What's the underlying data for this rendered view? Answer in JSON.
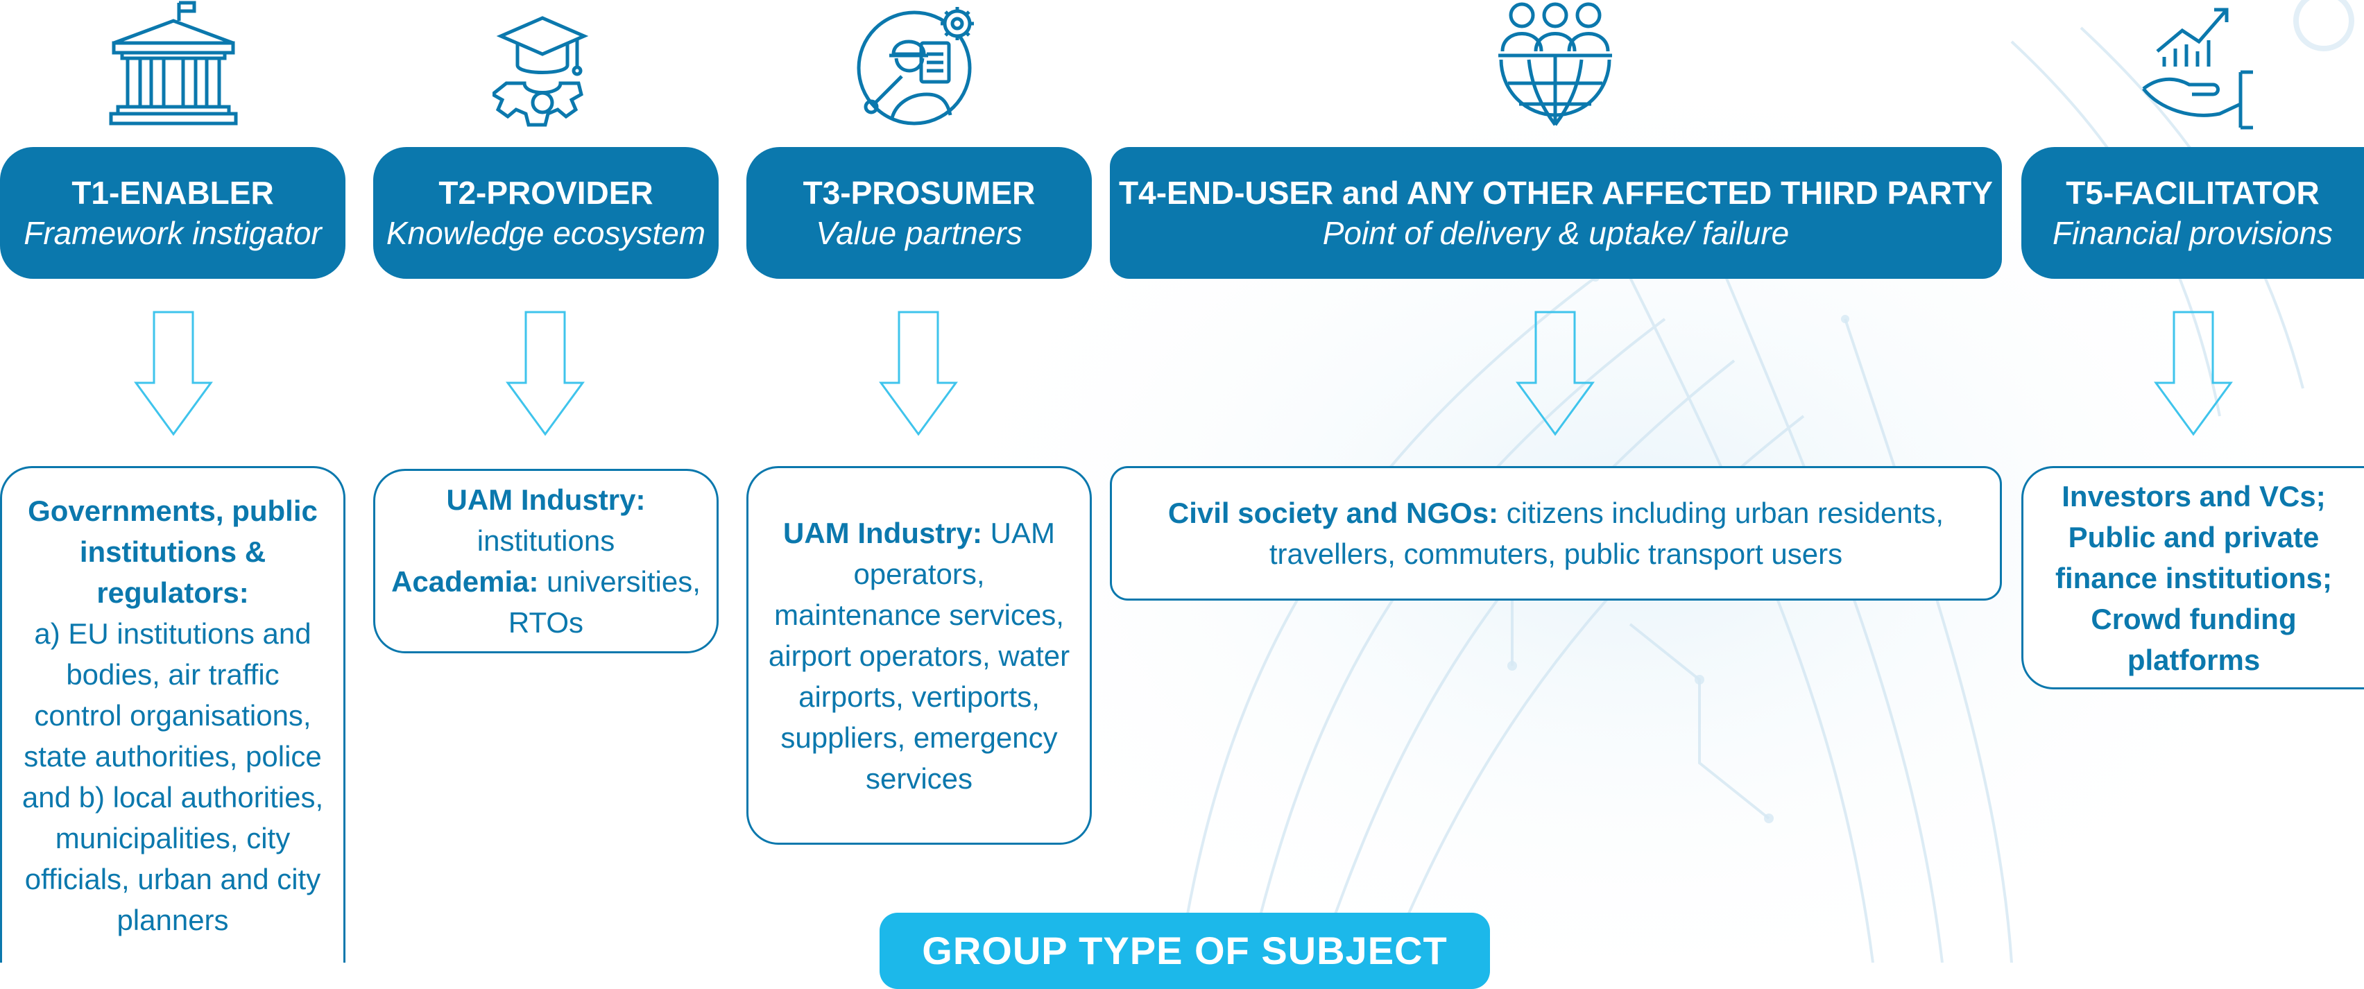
{
  "columns": [
    {
      "id": "t1",
      "icon": "government-building-icon",
      "title": "T1-ENABLER",
      "subtitle": "Framework instigator",
      "lines": [
        {
          "bold": "Governments, public",
          "text": ""
        },
        {
          "bold": "institutions &",
          "text": ""
        },
        {
          "bold": "regulators:",
          "text": ""
        },
        {
          "bold": "",
          "text": "a) EU institutions and"
        },
        {
          "bold": "",
          "text": "bodies, air traffic"
        },
        {
          "bold": "",
          "text": "control organisations,"
        },
        {
          "bold": "",
          "text": "state authorities, police"
        },
        {
          "bold": "",
          "text": "and b) local authorities,"
        },
        {
          "bold": "",
          "text": "municipalities, city"
        },
        {
          "bold": "",
          "text": "officials, urban and city"
        },
        {
          "bold": "",
          "text": "planners"
        }
      ]
    },
    {
      "id": "t2",
      "icon": "graduation-cap-gear-icon",
      "title": "T2-PROVIDER",
      "subtitle": "Knowledge ecosystem",
      "lines": [
        {
          "bold": "UAM Industry:",
          "text": ""
        },
        {
          "bold": "",
          "text": "institutions"
        },
        {
          "bold": "Academia:",
          "text": " universities,"
        },
        {
          "bold": "",
          "text": "RTOs"
        }
      ]
    },
    {
      "id": "t3",
      "icon": "engineer-tools-icon",
      "title": "T3-PROSUMER",
      "subtitle": "Value partners",
      "lines": [
        {
          "bold": "UAM Industry:",
          "text": " UAM"
        },
        {
          "bold": "",
          "text": "operators,"
        },
        {
          "bold": "",
          "text": "maintenance services,"
        },
        {
          "bold": "",
          "text": "airport operators, water"
        },
        {
          "bold": "",
          "text": "airports, vertiports,"
        },
        {
          "bold": "",
          "text": "suppliers, emergency"
        },
        {
          "bold": "",
          "text": "services"
        }
      ]
    },
    {
      "id": "t4",
      "icon": "people-globe-icon",
      "title": "T4-END-USER and ANY OTHER AFFECTED THIRD PARTY",
      "subtitle": "Point of delivery & uptake/ failure",
      "lines": [
        {
          "bold": "Civil society and NGOs:",
          "text": " citizens including urban residents,"
        },
        {
          "bold": "",
          "text": "travellers, commuters, public transport users"
        }
      ]
    },
    {
      "id": "t5",
      "icon": "hand-growth-chart-icon",
      "title": "T5-FACILITATOR",
      "subtitle": "Financial provisions",
      "lines": [
        {
          "bold": "Investors and VCs;",
          "text": ""
        },
        {
          "bold": "Public and private",
          "text": ""
        },
        {
          "bold": "finance institutions;",
          "text": ""
        },
        {
          "bold": "Crowd funding",
          "text": ""
        },
        {
          "bold": "platforms",
          "text": ""
        }
      ]
    }
  ],
  "footer": {
    "label": "GROUP TYPE OF SUBJECT"
  },
  "colors": {
    "primary": "#0b78ad",
    "accent": "#1cb8ea",
    "arrow": "#3fc4ec"
  }
}
